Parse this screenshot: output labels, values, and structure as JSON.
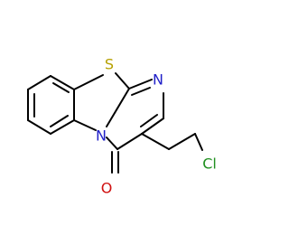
{
  "molecule": {
    "atoms": {
      "sulfur": "S",
      "nitrogen_ring": "N",
      "nitrogen_bridge": "N",
      "oxygen": "O",
      "chlorine": "Cl"
    },
    "colors": {
      "sulfur": "#b5a000",
      "nitrogen": "#2020c8",
      "oxygen": "#d01010",
      "chlorine": "#1f8f1f",
      "bond": "#000000"
    }
  }
}
